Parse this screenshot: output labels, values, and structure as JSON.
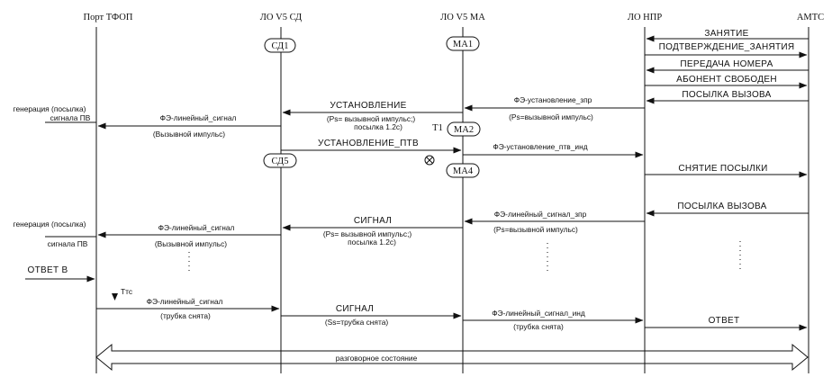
{
  "lanes": {
    "port_tfop": "Порт ТФОП",
    "lo_v5_sd": "ЛО V5 СД",
    "lo_v5_ma": "ЛО V5 МА",
    "lo_npr": "ЛО НПР",
    "amts": "АМТС"
  },
  "states": {
    "sd1": "СД1",
    "ma1": "МА1",
    "ma2": "МА2",
    "sd5": "СД5",
    "ma4": "МА4"
  },
  "amts_signals": [
    "ЗАНЯТИЕ",
    "ПОДТВЕРЖДЕНИЕ_ЗАНЯТИЯ",
    "ПЕРЕДАЧА НОМЕРА",
    "АБОНЕНТ СВОБОДЕН",
    "ПОСЫЛКА ВЫЗОВА"
  ],
  "messages": {
    "fe_setup_zpr": "ФЭ-установление_зпр",
    "ps_call_impulse": "(Ps=вызывной импульс)",
    "setup": "УСТАНОВЛЕНИЕ",
    "setup_param1": "(Ps= вызывной импульс;)",
    "setup_param2": "посылка 1.2с)",
    "t1": "T1",
    "fe_line_signal_1": "ФЭ-линейный_сигнал",
    "call_impulse_1": "(Вызывной импульс)",
    "gen_1a": "генерация (посылка)",
    "gen_1b": "сигнала ПВ",
    "setup_ptv": "УСТАНОВЛЕНИЕ_ПТВ",
    "fe_setup_ptv_ind": "ФЭ-установление_птв_инд",
    "stop_ringing": "СНЯТИЕ ПОСЫЛКИ",
    "ringing_2": "ПОСЫЛКА ВЫЗОВА",
    "fe_line_signal_zpr": "ФЭ-линейный_сигнал_зпр",
    "ps_call_impulse_2": "(Ps=вызывной импульс)",
    "signal_1": "СИГНАЛ",
    "signal_param1": "(Ps= вызывной импульс;)",
    "signal_param2": "посылка 1.2с)",
    "fe_line_signal_2": "ФЭ-линейный_сигнал",
    "call_impulse_2": "(Вызывной импульс)",
    "gen_2a": "генерация (посылка)",
    "gen_2b": "сигнала ПВ",
    "answer_b": "ОТВЕТ В",
    "ttc": "Ттс",
    "fe_line_signal_3": "ФЭ-линейный_сигнал",
    "handset_off_1": "(трубка снята)",
    "signal_2": "СИГНАЛ",
    "handset_off_2": "(Ѕѕ=трубка снята)",
    "fe_line_signal_ind": "ФЭ-линейный_сигнал_инд",
    "handset_off_3": "(трубка снята)",
    "answer": "ОТВЕТ"
  },
  "conversation_state": "разговорное состояние"
}
